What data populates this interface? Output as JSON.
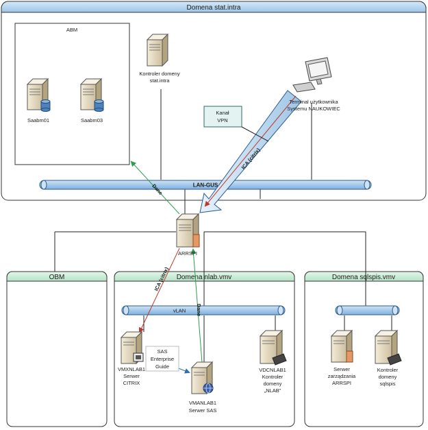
{
  "domains": {
    "stat_intra": "Domena stat.intra",
    "nlab": "Domena nlab.vmv",
    "sqlspis": "Domena sqlspis.vmv",
    "obm": "OBM",
    "abm": "ABM"
  },
  "networks": {
    "lan": "LAN-GUS",
    "vlan": "vLAN"
  },
  "vpn_box": [
    "Kanał",
    "VPN"
  ],
  "links": {
    "ica_top": "ICA (citrix)",
    "ica_mid": "ICA (citrix)",
    "dane_top": "Dane",
    "dane_mid": "Dane"
  },
  "sas_label": [
    "SAS",
    "Enterprise",
    "Guide"
  ],
  "nodes": {
    "saabm01": [
      "Saabm01"
    ],
    "saabm03": [
      "Saabm03"
    ],
    "kontroler_stat": [
      "Kontroler domeny",
      "stat.intra"
    ],
    "terminal": [
      "Terminal użytkownika",
      "Systemu NAUKOWIEC"
    ],
    "arrspi": [
      "ARRSPI"
    ],
    "vmxnlab1": [
      "VMXNLAB1",
      "Serwer",
      "CITRIX"
    ],
    "vmanlab1": [
      "VMANLAB1",
      "Serwer SAS"
    ],
    "vdcnlab1": [
      "VDCNLAB1",
      "Kontroler",
      "domeny",
      "„NLAB”"
    ],
    "serwer_arrspi": [
      "Serwer",
      "zarządzania",
      "ARRSPI"
    ],
    "kontroler_sqlspis": [
      "Kontroler",
      "domeny",
      "sqlspis"
    ]
  },
  "icons": [
    "server-icon",
    "database-icon",
    "computer-icon",
    "keyboard-icon",
    "globe-icon"
  ],
  "colors": {
    "domain_header": "#b7d7f1",
    "domain_header_green": "#cdeed9",
    "bus_fill": "#9cc5ea",
    "ica_arrow": "#c0392b",
    "dane_arrow": "#2e9b4e",
    "blue_arrow": "#2f6fb5",
    "server_body": "#e9dfc9"
  }
}
